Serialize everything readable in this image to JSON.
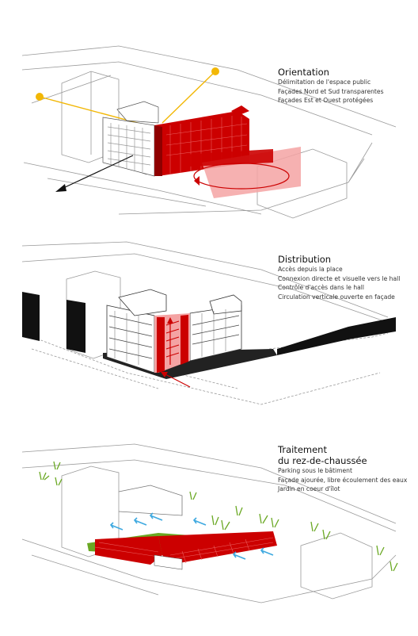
{
  "colors": {
    "accent_red": "#cc0000",
    "light_red": "#f4a3a3",
    "sun_yellow": "#f2b705",
    "green": "#6aa823",
    "arrow_blue": "#3fa9e0",
    "line_grey": "#9a9a9a"
  },
  "panels": [
    {
      "title": "Orientation",
      "lines": [
        "Délimitation de l'espace public",
        "Façades Nord et Sud transparentes",
        "Façades Est et Ouest protégées"
      ]
    },
    {
      "title": "Distribution",
      "lines": [
        "Accès depuis la place",
        "Connexion directe et visuelle vers le hall",
        "Contrôle d'accès dans le hall",
        "Circulation verticale ouverte en façade"
      ]
    },
    {
      "title_lines": [
        "Traitement",
        "du rez-de-chaussée"
      ],
      "lines": [
        "Parking sous le bâtiment",
        "Façade ajourée, libre écoulement des eaux",
        "Jardin en coeur d'îlot"
      ]
    }
  ]
}
